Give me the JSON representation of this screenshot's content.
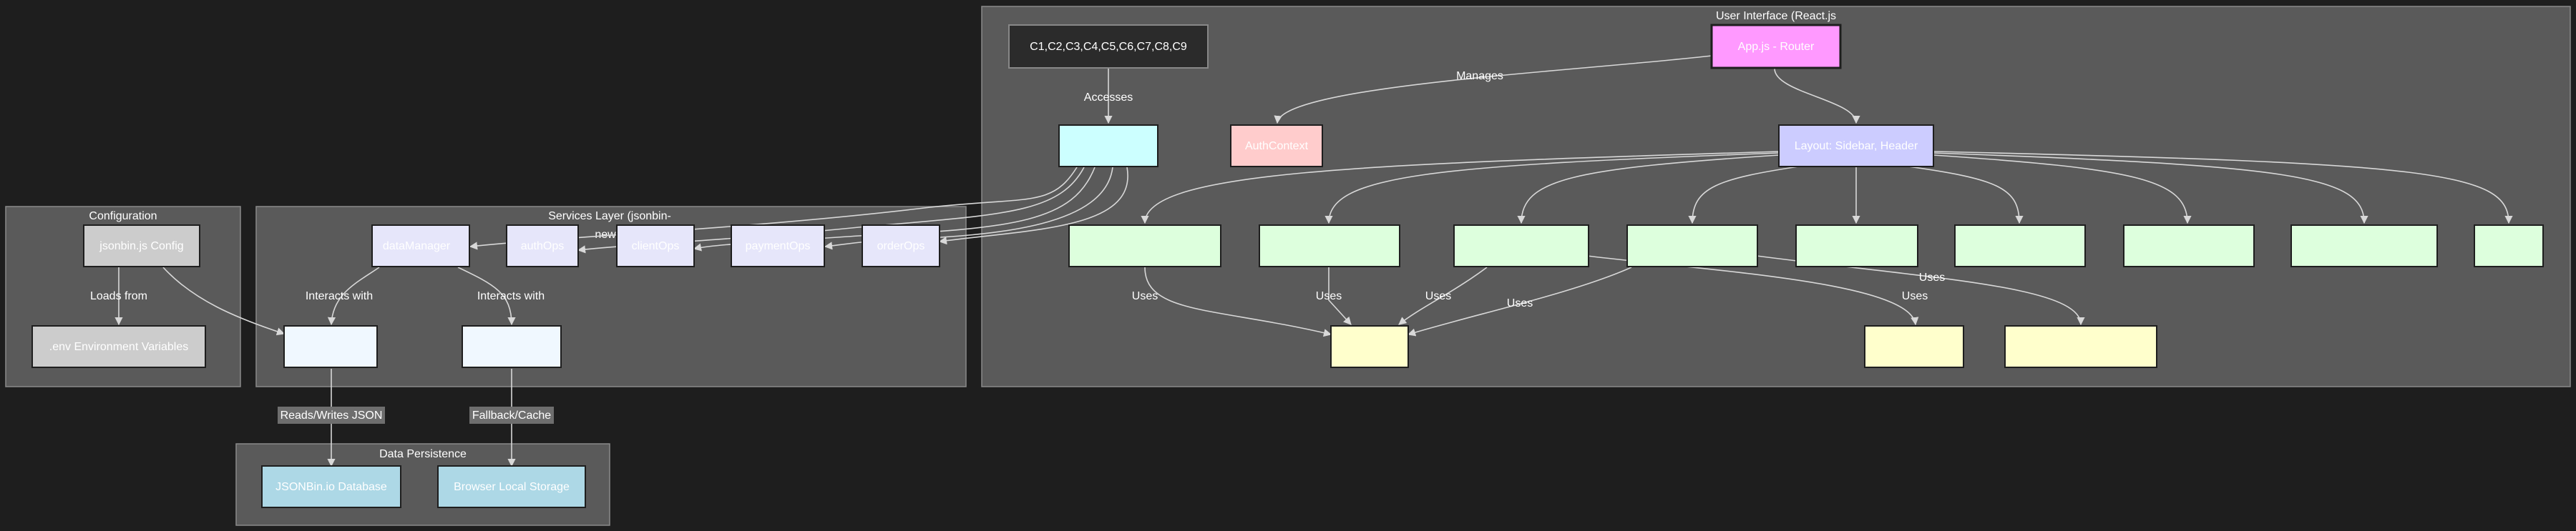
{
  "clusters": {
    "ui": {
      "title": "User Interface (React.js"
    },
    "config": {
      "title": "Configuration"
    },
    "services": {
      "title_line1": "Services Layer (jsonbin-",
      "title_line2": "new"
    },
    "persistence": {
      "title": "Data Persistence"
    }
  },
  "nodes": {
    "components_list": {
      "label": "C1,C2,C3,C4,C5,C6,C7,C8,C9",
      "fill": "#2b2b2b",
      "color": "#ffffff"
    },
    "app_router": {
      "label": "App.js - Router",
      "fill": "#ff99ff",
      "color": "#ffffff"
    },
    "cyan_block": {
      "label": "",
      "fill": "#ccffff",
      "color": "#ffffff"
    },
    "auth_context": {
      "label": "AuthContext",
      "fill": "#ffcccc",
      "color": "#ffffff"
    },
    "layout": {
      "label": "Layout: Sidebar, Header",
      "fill": "#ccccff",
      "color": "#ffffff"
    },
    "page_1": {
      "label": "",
      "fill": "#ddffdd",
      "color": "#ffffff"
    },
    "page_2": {
      "label": "",
      "fill": "#ddffdd",
      "color": "#ffffff"
    },
    "page_3": {
      "label": "",
      "fill": "#ddffdd",
      "color": "#ffffff"
    },
    "page_4": {
      "label": "",
      "fill": "#ddffdd",
      "color": "#ffffff"
    },
    "page_5": {
      "label": "",
      "fill": "#ddffdd",
      "color": "#ffffff"
    },
    "page_6": {
      "label": "",
      "fill": "#ddffdd",
      "color": "#ffffff"
    },
    "page_7": {
      "label": "",
      "fill": "#ddffdd",
      "color": "#ffffff"
    },
    "page_8": {
      "label": "",
      "fill": "#ddffdd",
      "color": "#ffffff"
    },
    "page_9": {
      "label": "",
      "fill": "#ddffdd",
      "color": "#ffffff"
    },
    "shared_1": {
      "label": "",
      "fill": "#ffffcc",
      "color": "#ffffff"
    },
    "shared_2": {
      "label": "",
      "fill": "#ffffcc",
      "color": "#ffffff"
    },
    "shared_3": {
      "label": "",
      "fill": "#ffffcc",
      "color": "#ffffff"
    },
    "jsonbin_config": {
      "label": "jsonbin.js Config",
      "fill": "#cccccc",
      "color": "#ffffff"
    },
    "env_vars": {
      "label": ".env Environment Variables",
      "fill": "#cccccc",
      "color": "#ffffff"
    },
    "data_manager": {
      "label": "dataManager",
      "fill": "#e6e6fa",
      "color": "#ffffff"
    },
    "auth_ops": {
      "label": "authOps",
      "fill": "#e6e6fa",
      "color": "#ffffff"
    },
    "client_ops": {
      "label": "clientOps",
      "fill": "#e6e6fa",
      "color": "#ffffff"
    },
    "payment_ops": {
      "label": "paymentOps",
      "fill": "#e6e6fa",
      "color": "#ffffff"
    },
    "order_ops": {
      "label": "orderOps",
      "fill": "#e6e6fa",
      "color": "#ffffff"
    },
    "service_a": {
      "label": "",
      "fill": "#f0f8ff",
      "color": "#ffffff"
    },
    "service_b": {
      "label": "",
      "fill": "#f0f8ff",
      "color": "#ffffff"
    },
    "jsonbin_db": {
      "label": "JSONBin.io Database",
      "fill": "#add8e6",
      "color": "#ffffff"
    },
    "local_storage": {
      "label": "Browser Local Storage",
      "fill": "#add8e6",
      "color": "#ffffff"
    }
  },
  "edge_labels": {
    "accesses": "Accesses",
    "manages": "Manages",
    "uses": "Uses",
    "loads_from": "Loads from",
    "interacts_with": "Interacts with",
    "reads_writes_json": "Reads/Writes JSON",
    "fallback_cache": "Fallback/Cache"
  },
  "colors": {
    "background": "#1e1e1e",
    "cluster_fill": "#5a5a5a",
    "edge_stroke": "#d8d8d8"
  }
}
